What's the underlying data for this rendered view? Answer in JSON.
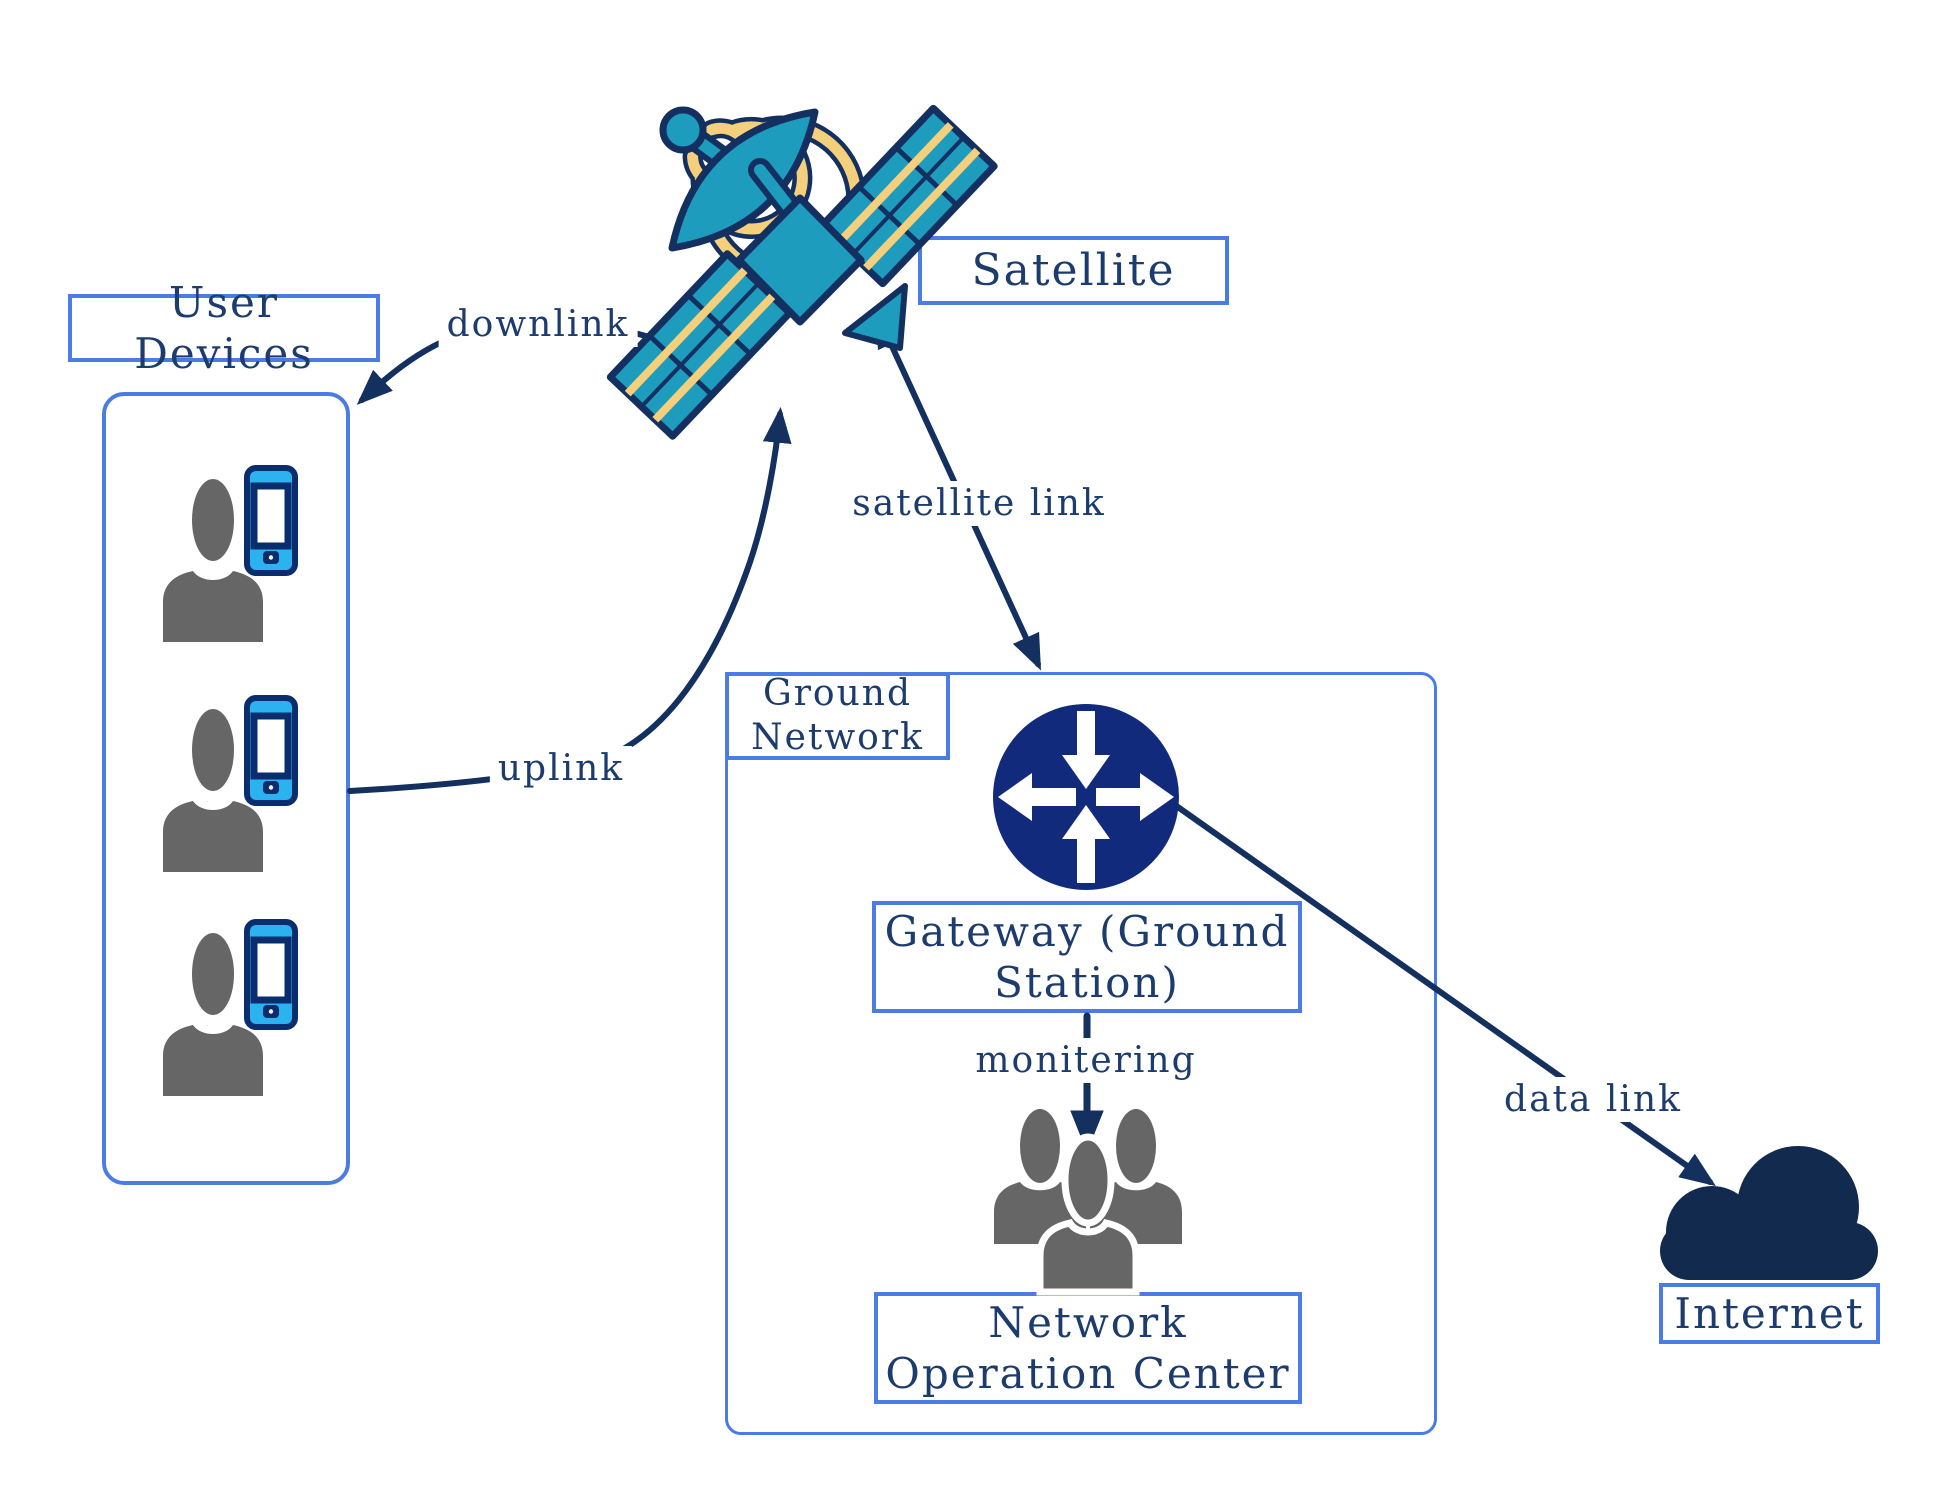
{
  "diagram": {
    "nodes": {
      "user_devices": {
        "label": "User Devices",
        "icon": "person-with-phone-icon",
        "icon_count": 3
      },
      "satellite": {
        "label": "Satellite",
        "icon": "satellite-dish-icon"
      },
      "ground_network": {
        "label": "Ground Network"
      },
      "gateway": {
        "label": "Gateway (Ground Station)",
        "icon": "router-icon"
      },
      "noc": {
        "label": "Network Operation Center",
        "icon": "operators-group-icon"
      },
      "internet": {
        "label": "Internet",
        "icon": "cloud-icon"
      }
    },
    "links": {
      "downlink": {
        "label": "downlink",
        "from": "satellite",
        "to": "user_devices"
      },
      "uplink": {
        "label": "uplink",
        "from": "user_devices",
        "to": "satellite"
      },
      "satellite_link": {
        "label": "satellite link",
        "from": "satellite",
        "to": "ground_network",
        "bidirectional": true
      },
      "monitoring": {
        "label": "monitering",
        "from": "gateway",
        "to": "noc"
      },
      "data_link": {
        "label": "data link",
        "from": "gateway",
        "to": "internet"
      }
    },
    "colors": {
      "box_border": "#4a7ce4",
      "label_text": "#1d3c6e",
      "arrow_line": "#14305f",
      "satellite_teal": "#1e9cbe",
      "satellite_outline": "#133060",
      "signal_yellow": "#f4cf7c",
      "router_blue": "#122a7c",
      "cloud_navy": "#122a4e",
      "person_gray": "#666666",
      "phone_blue": "#2bb3f0",
      "phone_frame": "#0a2d6e"
    }
  }
}
